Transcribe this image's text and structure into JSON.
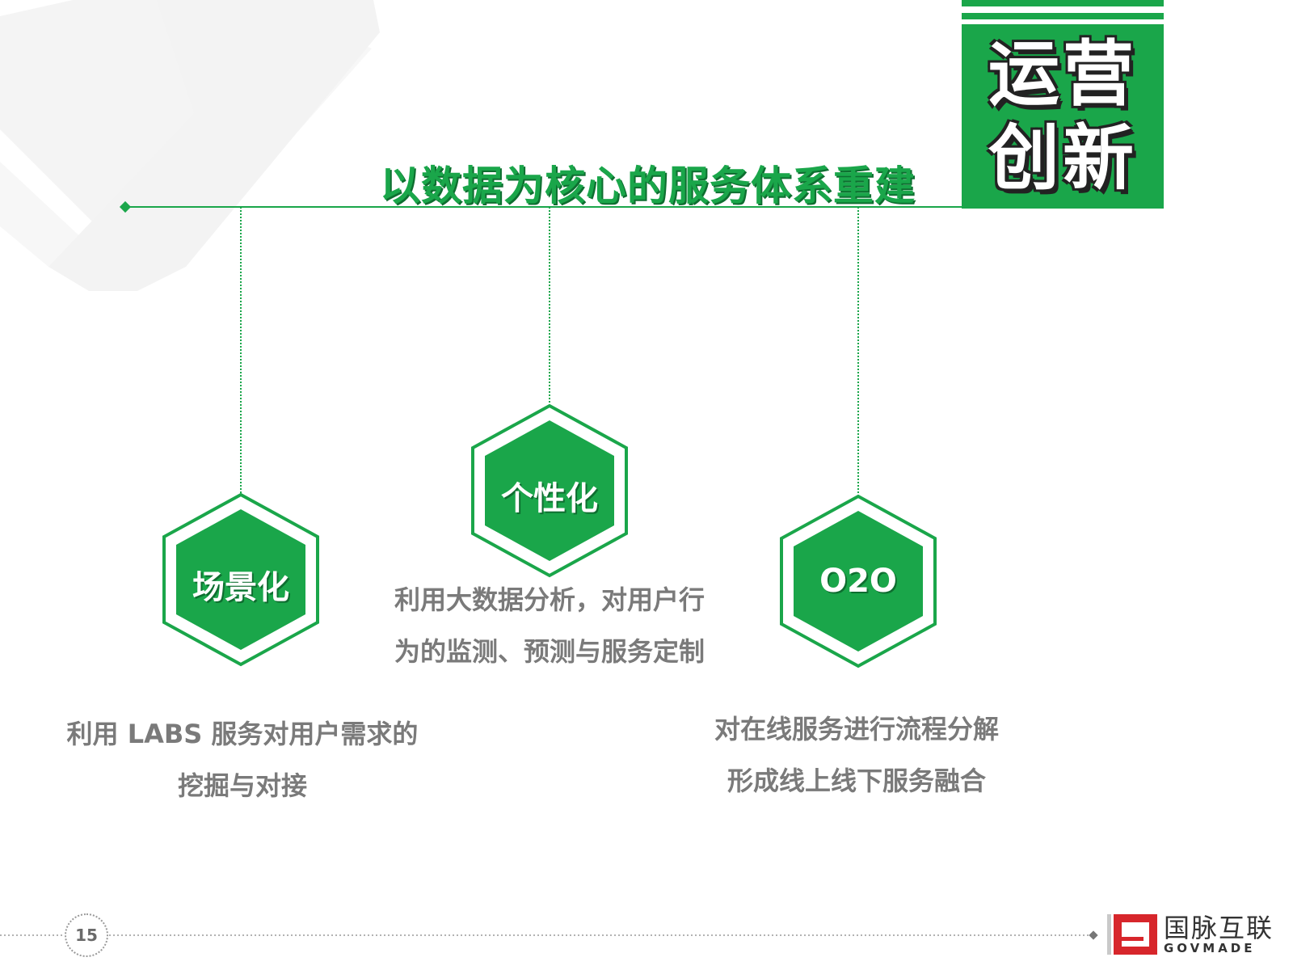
{
  "corner": {
    "line1": "运营",
    "line2": "创新",
    "color": "#1aa64a"
  },
  "headline": "以数据为核心的服务体系重建",
  "pillars": [
    {
      "label": "场景化",
      "desc_lines": [
        "利用 LABS 服务对用户需求的",
        "挖掘与对接"
      ]
    },
    {
      "label": "个性化",
      "desc_lines": [
        "利用大数据分析，对用户行",
        "为的监测、预测与服务定制"
      ]
    },
    {
      "label": "O2O",
      "desc_lines": [
        "对在线服务进行流程分解",
        "形成线上线下服务融合"
      ]
    }
  ],
  "footer": {
    "page_number": "15",
    "brand_cn": "国脉互联",
    "brand_en": "GOVMADE"
  }
}
